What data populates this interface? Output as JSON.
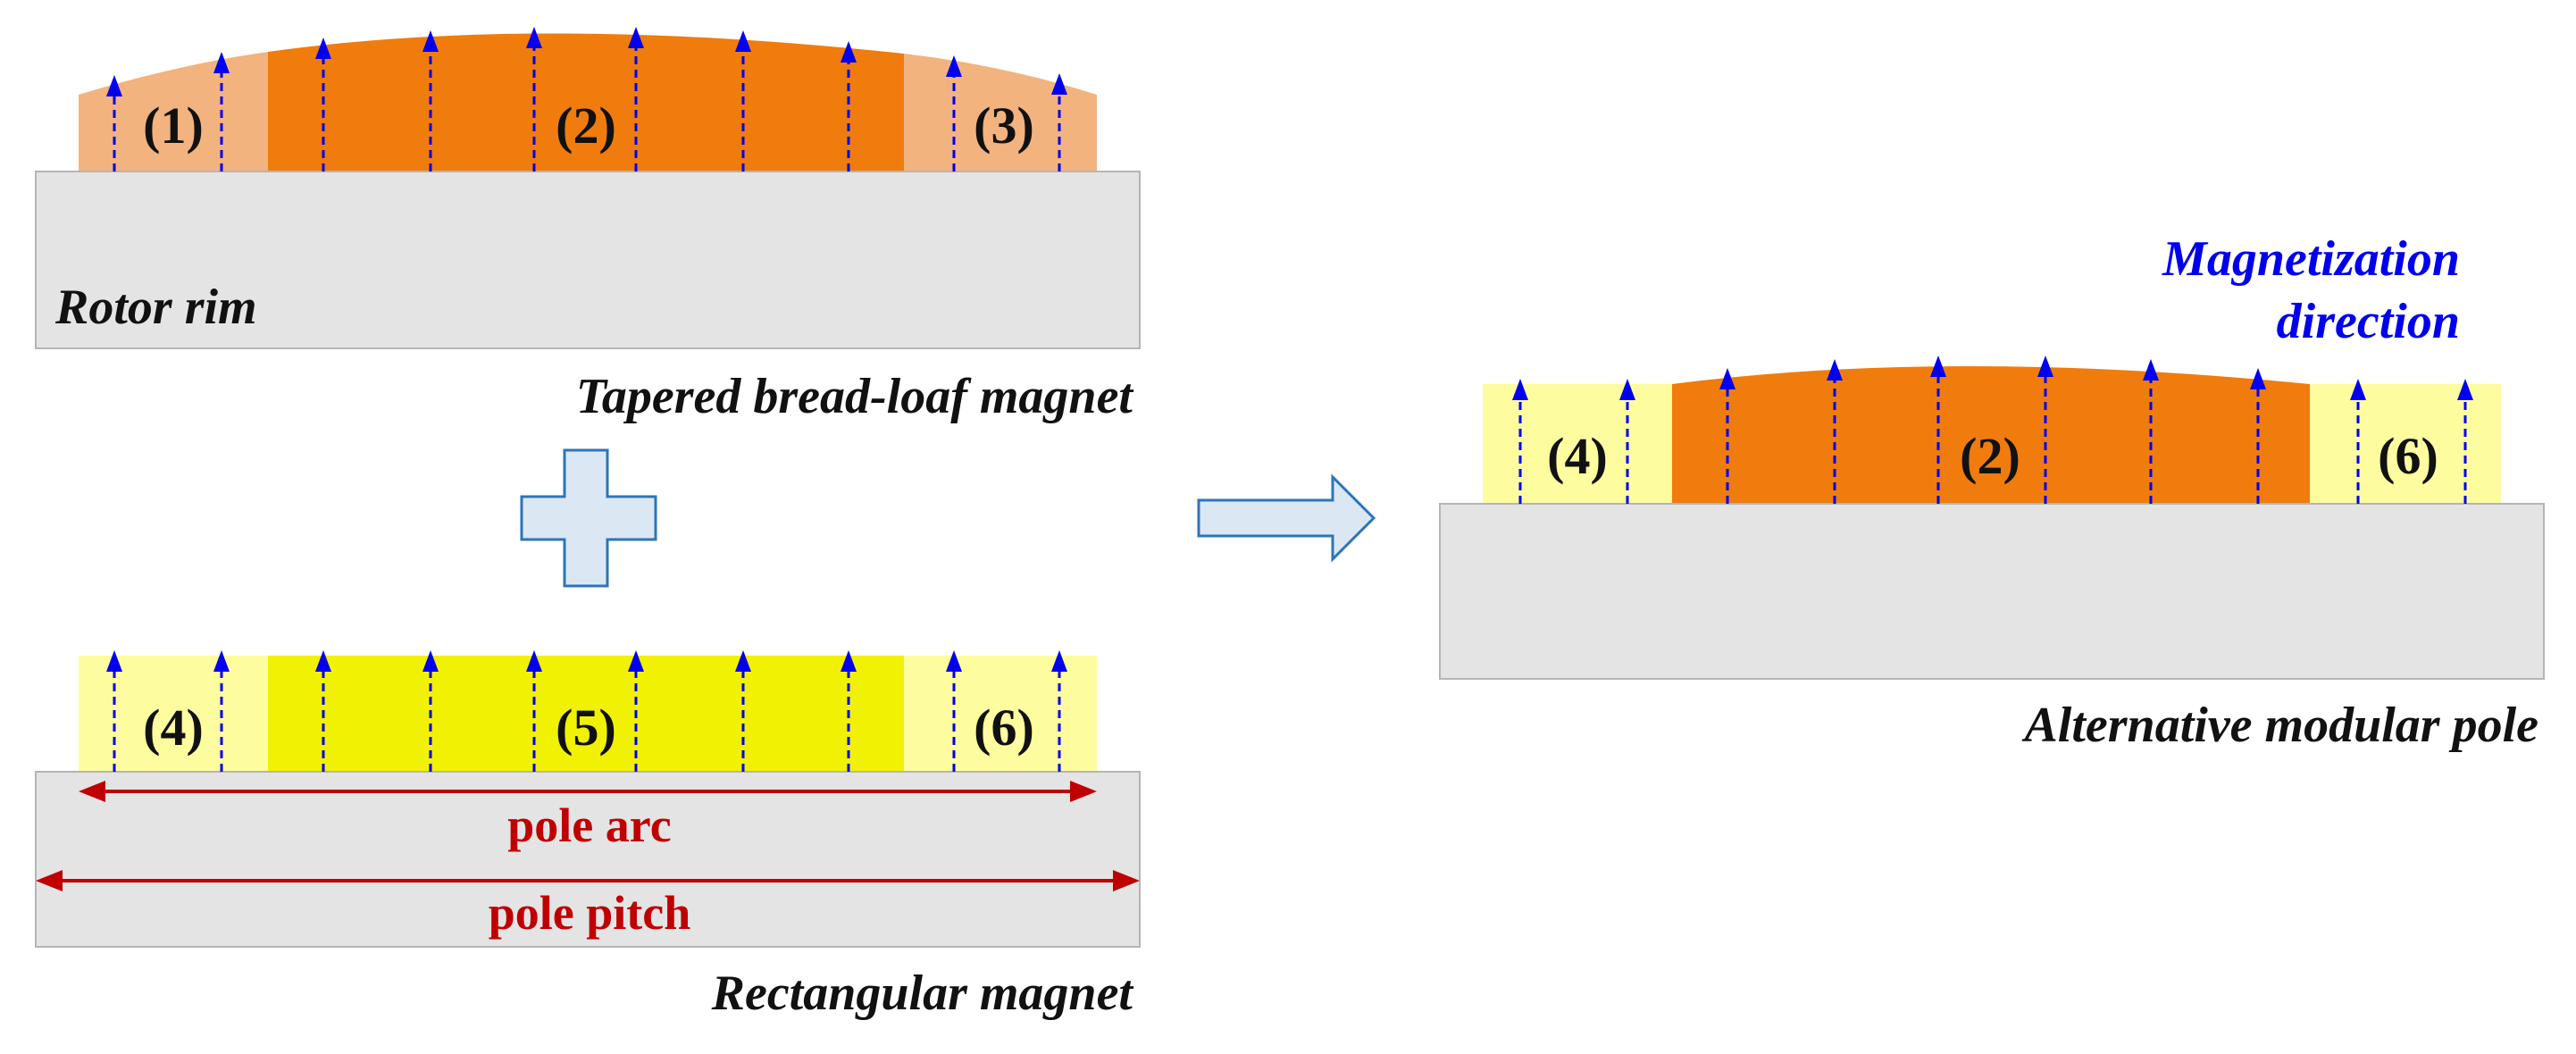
{
  "colors": {
    "rotor_rim": "#e4e4e4",
    "tapered_edge": "#f2b37e",
    "tapered_center": "#ef7c0d",
    "rect_edge": "#fdfda0",
    "rect_center": "#f1f103",
    "magnetization_arrow": "#0000ee",
    "dimension": "#c00000",
    "block_arrow": "#dbe8f4",
    "block_arrow_stroke": "#2e75b6"
  },
  "tapered": {
    "rim_label": "Rotor rim",
    "caption": "Tapered bread-loaf magnet",
    "segments": [
      "(1)",
      "(2)",
      "(3)"
    ]
  },
  "rectangular": {
    "caption": "Rectangular magnet",
    "segments": [
      "(4)",
      "(5)",
      "(6)"
    ],
    "pole_arc": "pole arc",
    "pole_pitch": "pole pitch"
  },
  "combined": {
    "caption": "Alternative modular pole",
    "segments": [
      "(4)",
      "(2)",
      "(6)"
    ],
    "magnetization_line1": "Magnetization",
    "magnetization_line2": "direction"
  },
  "icons": {
    "plus": "plus-icon",
    "result": "right-arrow-icon",
    "magnetization": "up-arrow-icon"
  }
}
